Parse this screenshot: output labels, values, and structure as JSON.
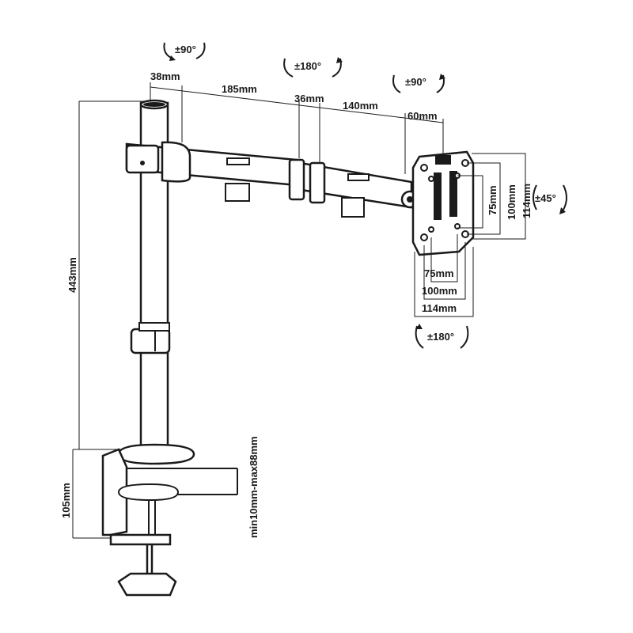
{
  "diagram": {
    "rotations": {
      "base_joint": "±90°",
      "mid_joint": "±180°",
      "head_joint": "±90°",
      "tilt": "±45°",
      "swivel": "±180°"
    },
    "arm_dimensions": {
      "pole_offset": "38mm",
      "arm_one": "185mm",
      "joint": "36mm",
      "arm_two": "140mm",
      "head": "60mm"
    },
    "heights": {
      "pole_height": "443mm",
      "clamp_height": "105mm"
    },
    "desk_thickness": "min10mm-max88mm",
    "vesa_vertical": [
      "75mm",
      "100mm",
      "114mm"
    ],
    "vesa_horizontal": [
      "75mm",
      "100mm",
      "114mm"
    ]
  }
}
